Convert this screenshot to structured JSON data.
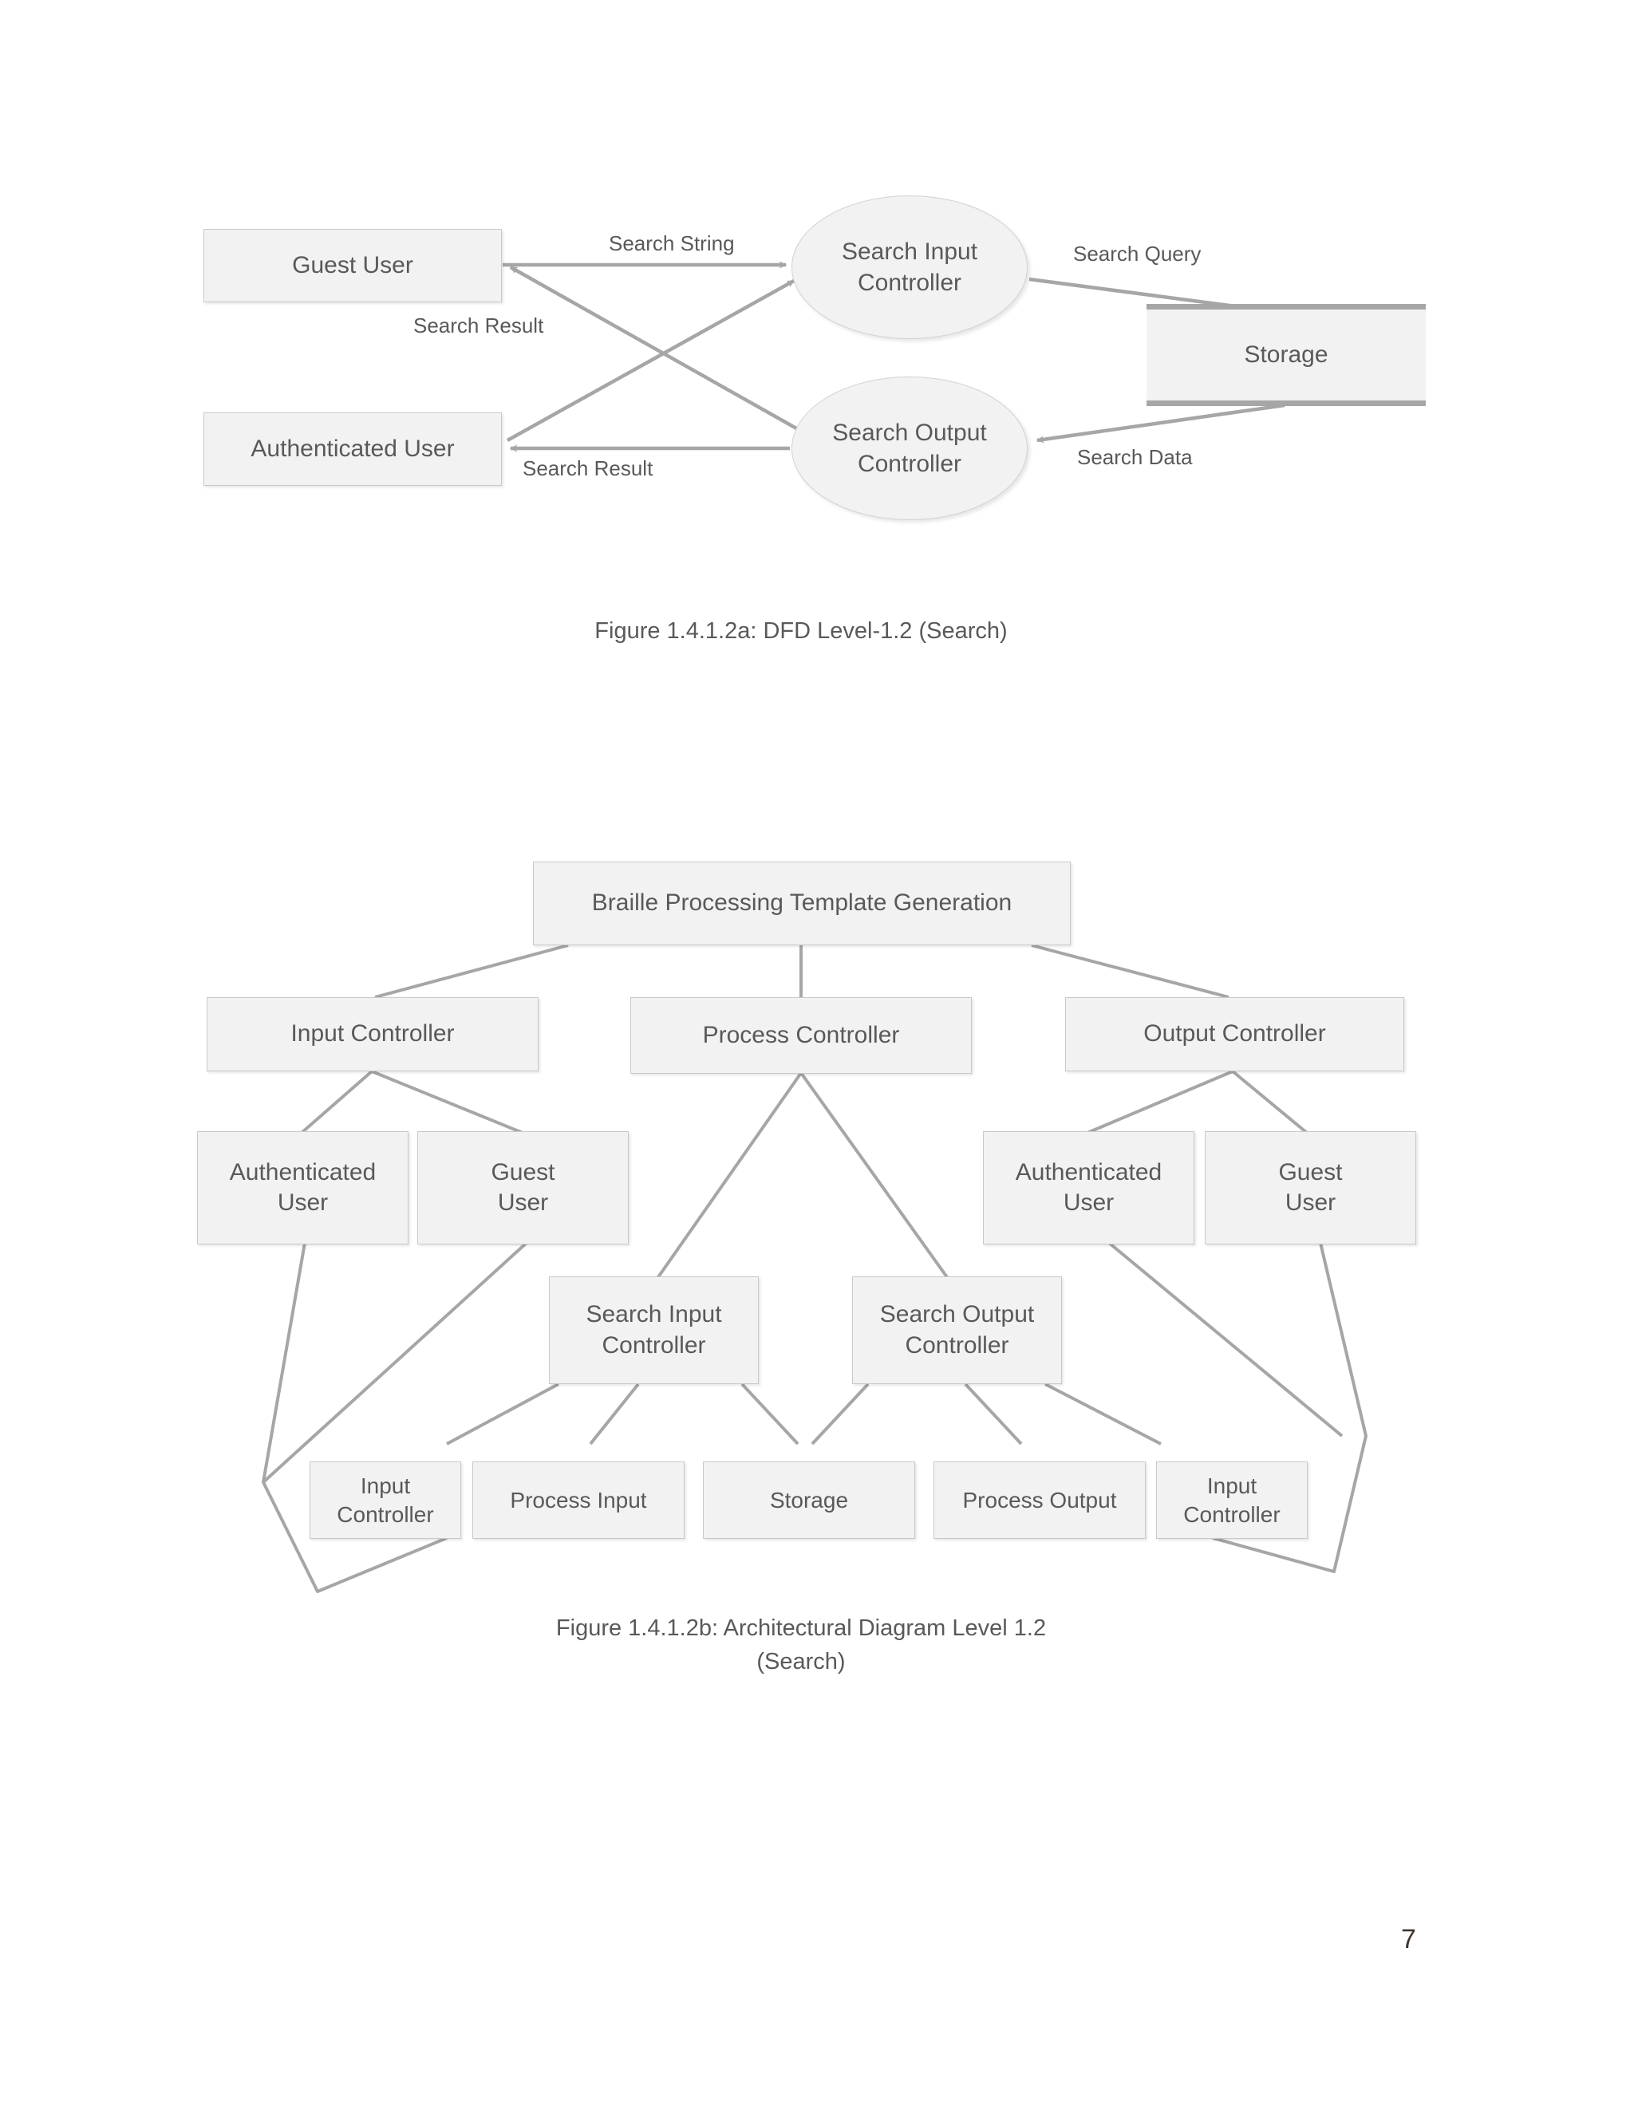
{
  "page": {
    "number": "7",
    "background": "#ffffff",
    "text_color": "#595959",
    "node_fill": "#f2f2f2",
    "node_border": "#c9c9c9",
    "connector_color": "#a6a6a6"
  },
  "dfd": {
    "caption": "Figure 1.4.1.2a: DFD Level-1.2 (Search)",
    "nodes": {
      "guest_user": "Guest User",
      "authenticated_user": "Authenticated User",
      "search_input_controller": "Search Input\nController",
      "search_input_controller_l1": "Search Input",
      "search_input_controller_l2": "Controller",
      "search_output_controller_l1": "Search Output",
      "search_output_controller_l2": "Controller",
      "storage": "Storage"
    },
    "flows": [
      {
        "label": "Search String",
        "from": "Guest User",
        "to": "Search Input Controller"
      },
      {
        "label": "Search Result",
        "from": "Search Output Controller",
        "to": "Guest User"
      },
      {
        "label": "Search Result",
        "from": "Search Output Controller",
        "to": "Authenticated User"
      },
      {
        "label": "Search Query",
        "from": "Search Input Controller",
        "to": "Storage"
      },
      {
        "label": "Search Data",
        "from": "Storage",
        "to": "Search Output Controller"
      }
    ],
    "labels": {
      "search_string": "Search String",
      "search_result_top": "Search Result",
      "search_result_bottom": "Search Result",
      "search_query": "Search Query",
      "search_data": "Search Data"
    }
  },
  "architecture": {
    "caption_line1": "Figure 1.4.1.2b: Architectural Diagram Level 1.2",
    "caption_line2": "(Search)",
    "root": "Braille Processing Template Generation",
    "level2": {
      "input_controller": "Input Controller",
      "process_controller": "Process Controller",
      "output_controller": "Output Controller"
    },
    "level3": {
      "auth_user_left_l1": "Authenticated",
      "auth_user_left_l2": "User",
      "guest_user_left_l1": "Guest",
      "guest_user_left_l2": "User",
      "auth_user_right_l1": "Authenticated",
      "auth_user_right_l2": "User",
      "guest_user_right_l1": "Guest",
      "guest_user_right_l2": "User"
    },
    "level4": {
      "search_input_controller_l1": "Search Input",
      "search_input_controller_l2": "Controller",
      "search_output_controller_l1": "Search Output",
      "search_output_controller_l2": "Controller"
    },
    "level5": {
      "input_controller_left_l1": "Input",
      "input_controller_left_l2": "Controller",
      "process_input": "Process Input",
      "storage": "Storage",
      "process_output": "Process Output",
      "input_controller_right_l1": "Input",
      "input_controller_right_l2": "Controller"
    }
  }
}
